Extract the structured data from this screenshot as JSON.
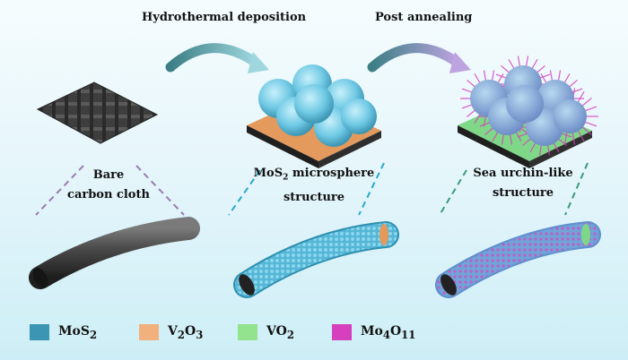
{
  "steps": {
    "step1_label": "Hydrothermal deposition",
    "step2_label": "Post annealing"
  },
  "stages": [
    {
      "label_line1": "Bare",
      "label_line2": "carbon cloth"
    },
    {
      "label_line1_main": "MoS",
      "label_line1_sub": "2",
      "label_line1_rest": " microsphere",
      "label_line2": "structure"
    },
    {
      "label_line1": "Sea urchin-like",
      "label_line2": "structure"
    }
  ],
  "legend": [
    {
      "main": "MoS",
      "sub": "2",
      "rest": "",
      "color": "#3b95b3"
    },
    {
      "main": "V",
      "sub": "2",
      "rest": "O",
      "sub2": "3",
      "color": "#f2b07c"
    },
    {
      "main": "VO",
      "sub": "2",
      "rest": "",
      "color": "#93e28d"
    },
    {
      "main": "Mo",
      "sub": "4",
      "rest": "O",
      "sub2": "11",
      "color": "#d63fbe"
    }
  ]
}
